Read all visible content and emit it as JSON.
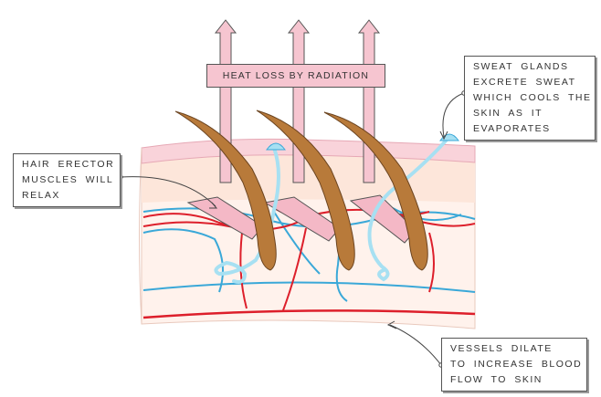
{
  "labels": {
    "heat_loss": "HEAT LOSS BY RADIATION",
    "sweat_glands": [
      "SWEAT GLANDS",
      "EXCRETE SWEAT",
      "WHICH COOLS THE",
      "SKIN AS IT",
      "EVAPORATES"
    ],
    "hair_erector": [
      "HAIR ERECTOR",
      "MUSCLES WILL",
      "RELAX"
    ],
    "vessels": [
      "VESSELS DILATE",
      "TO INCREASE BLOOD",
      "FLOW TO SKIN"
    ]
  },
  "colors": {
    "epidermis": "#f9d3da",
    "dermis_top": "#fde6da",
    "dermis": "#fff2ec",
    "hair": "#b87a3a",
    "hair_outline": "#6b4420",
    "muscle": "#f4b8c6",
    "blood_vessel": "#dd1f2b",
    "sweat_duct": "#a7e0f2",
    "nerve": "#3aa8d8",
    "arrow": "#f6c5d0",
    "outline": "#444444"
  },
  "icons": [
    "up-arrow-icon",
    "hair-strand-icon",
    "sweat-droplet-icon"
  ]
}
